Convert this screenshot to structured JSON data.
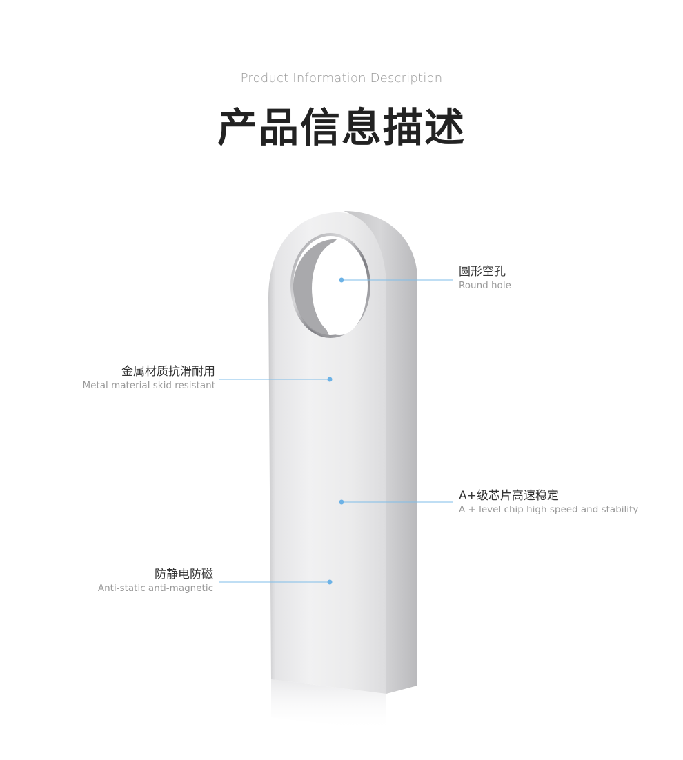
{
  "header": {
    "subtitle": "Product Information Description",
    "title": "产品信息描述"
  },
  "features": [
    {
      "cn": "圆形空孔",
      "en": "Round hole"
    },
    {
      "cn": "金属材质抗滑耐用",
      "en": "Metal material skid resistant"
    },
    {
      "cn": "A+级芯片高速稳定",
      "en": "A + level chip high speed and stability"
    },
    {
      "cn": "防静电防磁",
      "en": "Anti-static anti-magnetic"
    }
  ],
  "colors": {
    "callout_line": "#7fbde8",
    "callout_dot": "#6cb2e6",
    "title": "#222222",
    "subtitle": "#9a9a9a"
  }
}
